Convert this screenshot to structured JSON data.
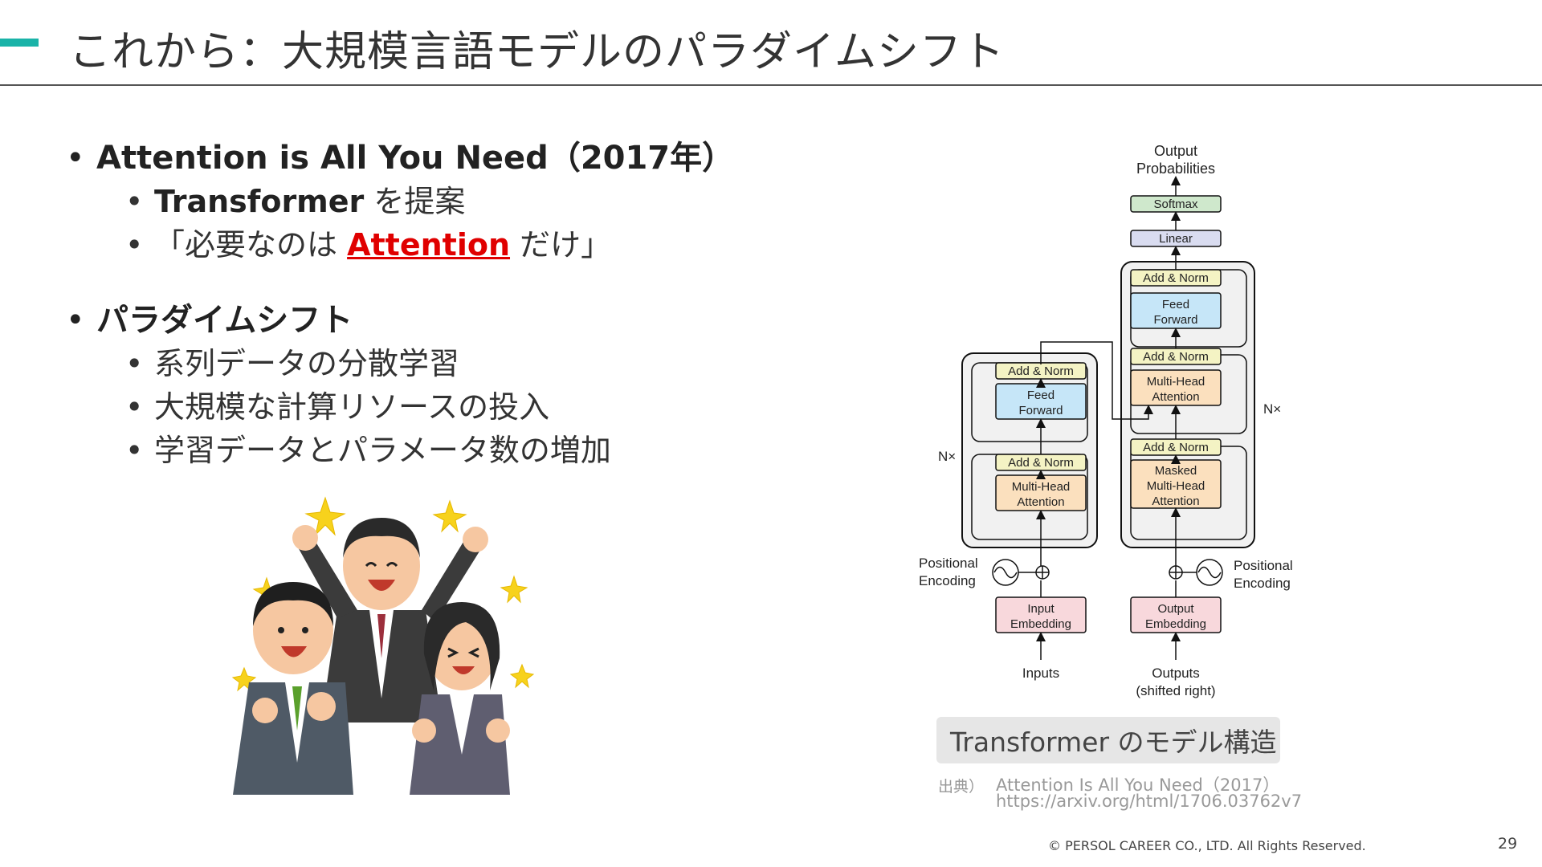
{
  "slide": {
    "title": "これから：大規模言語モデルのパラダイムシフト",
    "page_number": "29",
    "copyright": "© PERSOL CAREER CO., LTD. All Rights Reserved."
  },
  "bullets": {
    "section1": {
      "heading": "Attention is All You Need（2017年）",
      "item1_strong": "Transformer",
      "item1_rest": " を提案",
      "item2_pre": "「必要なのは ",
      "item2_highlight": "Attention",
      "item2_post": " だけ」"
    },
    "section2": {
      "heading": "パラダイムシフト",
      "items": [
        "系列データの分散学習",
        "大規模な計算リソースの投入",
        "学習データとパラメータ数の増加"
      ]
    }
  },
  "diagram": {
    "output_probabilities_line1": "Output",
    "output_probabilities_line2": "Probabilities",
    "softmax": "Softmax",
    "linear": "Linear",
    "add_norm": "Add & Norm",
    "feed_line1": "Feed",
    "feed_line2": "Forward",
    "mha_line1": "Multi-Head",
    "mha_line2": "Attention",
    "masked": "Masked",
    "nx": "N×",
    "pos_line1": "Positional",
    "pos_line2": "Encoding",
    "input_emb_line1": "Input",
    "input_emb_line2": "Embedding",
    "output_emb_line1": "Output",
    "output_emb_line2": "Embedding",
    "inputs": "Inputs",
    "outputs_line1": "Outputs",
    "outputs_line2": "(shifted right)"
  },
  "caption": "Transformer のモデル構造",
  "source": {
    "label": "出典）",
    "line1": "Attention Is All You Need（2017）",
    "line2": "https://arxiv.org/html/1706.03762v7"
  },
  "colors": {
    "accent": "#1ab3a8",
    "highlight_red": "#e00000",
    "add_norm_fill": "#f4f3c4",
    "feed_forward_fill": "#c6e6f8",
    "attention_fill": "#fbe0be",
    "embedding_fill": "#f8d8dc",
    "softmax_fill": "#cfe8cc",
    "linear_fill": "#d9dcf0"
  }
}
